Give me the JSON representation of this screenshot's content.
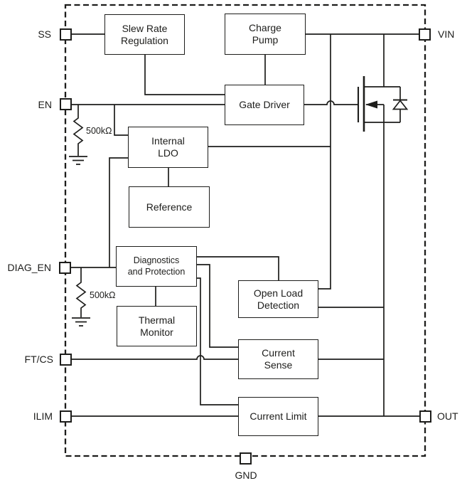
{
  "theme": {
    "line_color": "#1d1d1b",
    "background": "#ffffff"
  },
  "blocks": {
    "slew_rate_regulation": {
      "line1": "Slew Rate",
      "line2": "Regulation"
    },
    "charge_pump": {
      "line1": "Charge",
      "line2": "Pump"
    },
    "gate_driver": {
      "line1": "Gate Driver"
    },
    "internal_ldo": {
      "line1": "Internal",
      "line2": "LDO"
    },
    "reference": {
      "line1": "Reference"
    },
    "diagnostics_protection": {
      "line1": "Diagnostics",
      "line2": "and Protection"
    },
    "thermal_monitor": {
      "line1": "Thermal",
      "line2": "Monitor"
    },
    "open_load_detection": {
      "line1": "Open Load",
      "line2": "Detection"
    },
    "current_sense": {
      "line1": "Current",
      "line2": "Sense"
    },
    "current_limit": {
      "line1": "Current Limit"
    }
  },
  "pins": {
    "ss": "SS",
    "en": "EN",
    "diag_en": "DIAG_EN",
    "ft_cs": "FT/CS",
    "ilim": "ILIM",
    "vin": "VIN",
    "out": "OUT",
    "gnd": "GND"
  },
  "resistors": {
    "en_pulldown": "500kΩ",
    "diag_en_pulldown": "500kΩ"
  }
}
